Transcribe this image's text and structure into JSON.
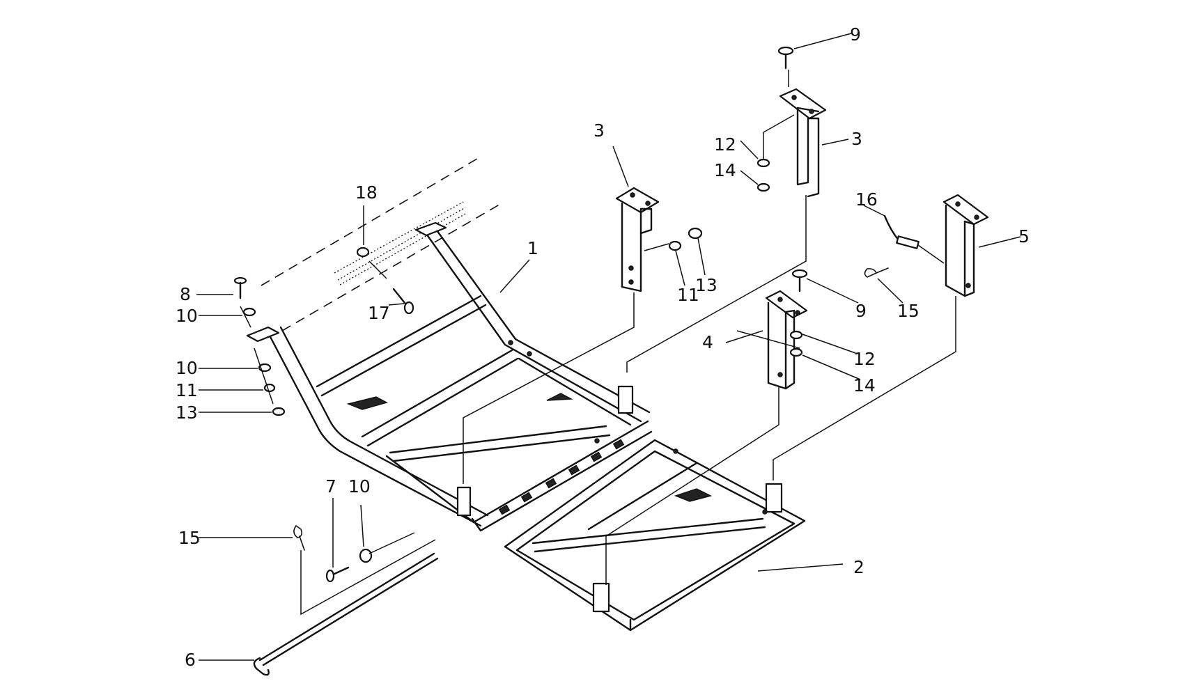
{
  "callouts": {
    "c1": "1",
    "c2": "2",
    "c3a": "3",
    "c3b": "3",
    "c4": "4",
    "c5": "5",
    "c6": "6",
    "c7": "7",
    "c8": "8",
    "c9a": "9",
    "c9b": "9",
    "c10a": "10",
    "c10b": "10",
    "c10c": "10",
    "c11a": "11",
    "c11b": "11",
    "c12a": "12",
    "c12b": "12",
    "c13a": "13",
    "c13b": "13",
    "c14a": "14",
    "c14b": "14",
    "c15a": "15",
    "c15b": "15",
    "c16": "16",
    "c17": "17",
    "c18": "18"
  }
}
